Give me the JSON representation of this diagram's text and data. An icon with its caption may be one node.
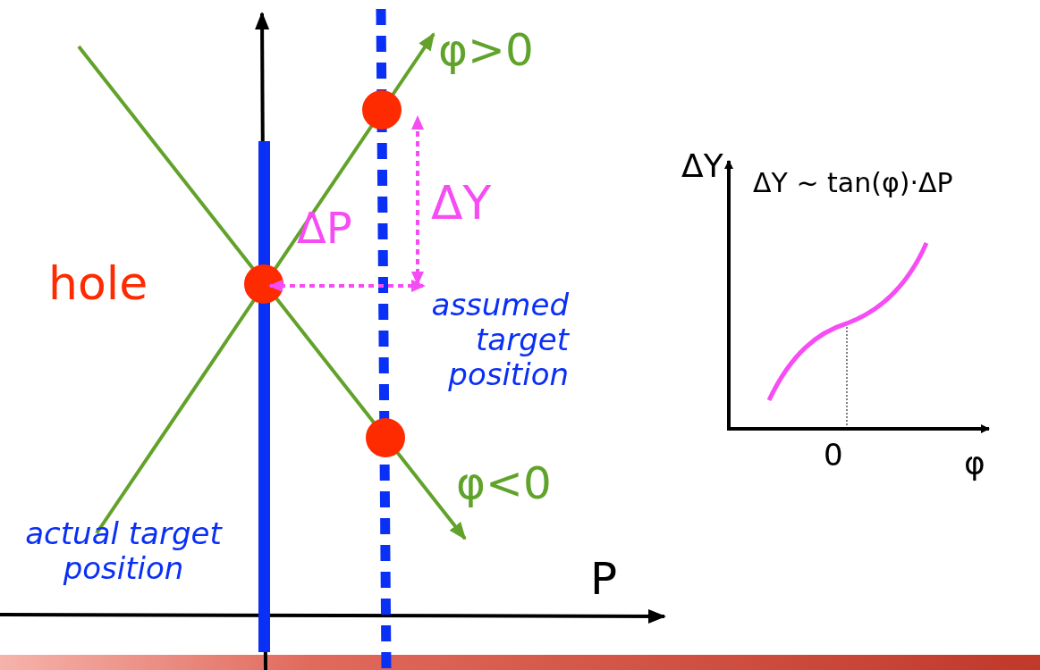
{
  "diagram": {
    "labels": [
      "φ>0",
      "ΔY",
      "ΔY ~ tan(φ)·ΔP",
      "ΔY",
      "ΔP",
      "hole",
      "assumed target position",
      "0",
      "φ",
      "φ<0",
      "actual target position",
      "P"
    ]
  }
}
